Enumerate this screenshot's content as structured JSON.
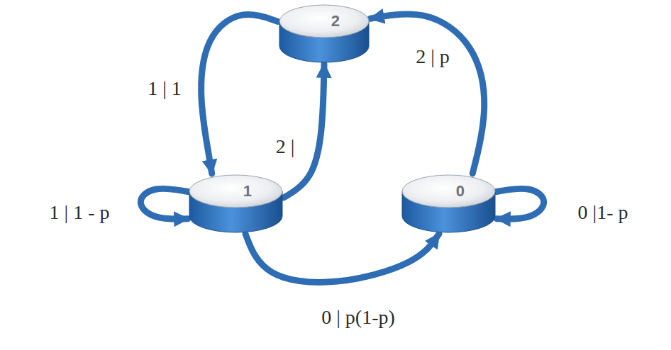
{
  "diagram": {
    "nodes": [
      {
        "text": [
          "2"
        ]
      },
      {
        "text": [
          "1"
        ]
      },
      {
        "text": [
          "0"
        ]
      }
    ],
    "edges": [
      {
        "from": 0,
        "to": 1,
        "label": "1 | 1",
        "arrow": "to"
      },
      {
        "from": 1,
        "to": 0,
        "label": "2 |",
        "arrow": "to"
      },
      {
        "from": 2,
        "to": 0,
        "label": "2 | p",
        "arrow": "to"
      },
      {
        "from": 1,
        "to": 1,
        "label": "1 | 1 - p",
        "arrow": "to"
      },
      {
        "from": 2,
        "to": 2,
        "label": "0 |1- p",
        "arrow": "to"
      },
      {
        "from": 1,
        "to": 2,
        "label": "0 | p(1-p)",
        "arrow": "to"
      }
    ]
  }
}
